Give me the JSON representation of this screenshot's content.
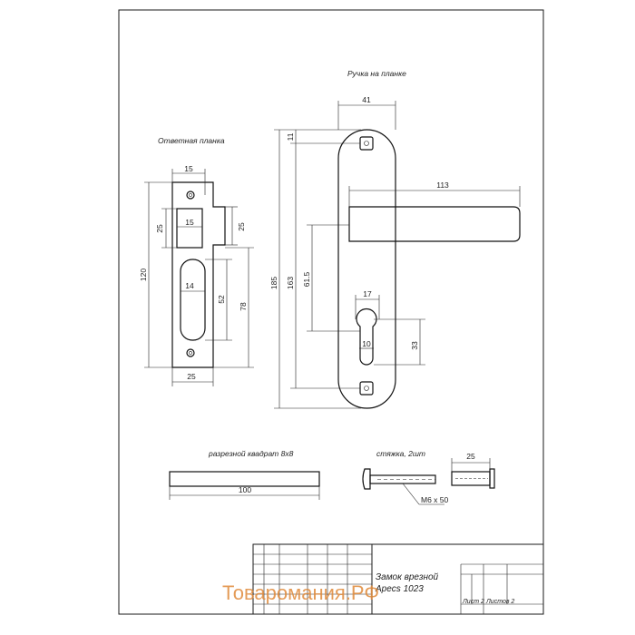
{
  "captions": {
    "handle": "Ручка на планке",
    "strike": "Ответная планка",
    "square": "разрезной квадрат 8х8",
    "screws": "стяжка, 2шт"
  },
  "dimensions": {
    "strike_top_width": "15",
    "strike_window_width": "15",
    "strike_window_height_left": "25",
    "strike_window_height_right": "25",
    "strike_total_height": "120",
    "strike_slot_width": "14",
    "strike_slot_height": "52",
    "strike_lower_height": "78",
    "strike_bottom_width": "25",
    "handle_plate_width": "41",
    "handle_lever_length": "113",
    "handle_top_offset": "11",
    "handle_total_height": "185",
    "handle_hole_span": "163",
    "handle_axis_distance": "61.5",
    "cylinder_width": "17",
    "cylinder_narrow": "10",
    "cylinder_height": "33",
    "square_length": "100",
    "screw_length": "25",
    "screw_thread": "M6 x 50"
  },
  "title_block": {
    "name_line1": "Замок врезной",
    "name_line2": "Apecs 1023",
    "sheet": "Лист 2",
    "sheets": "Листов 2"
  },
  "watermark": "Товаромания.РФ"
}
